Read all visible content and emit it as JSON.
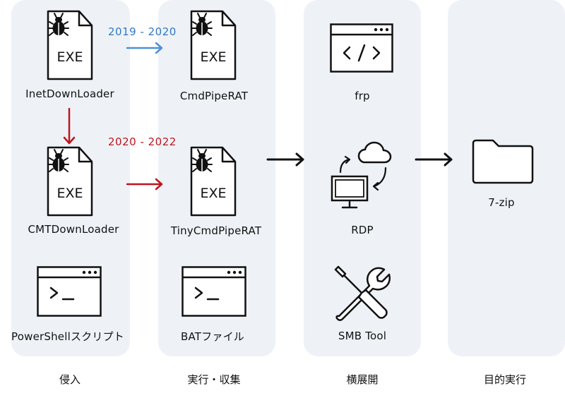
{
  "phases": {
    "intrusion": "侵入",
    "execution": "実行・収集",
    "lateral": "横展開",
    "objective": "目的実行"
  },
  "periods": {
    "first": "2019 - 2020",
    "second": "2020 - 2022"
  },
  "tools": {
    "inet_downloader": {
      "name": "InetDownLoader",
      "badge": "EXE"
    },
    "cmd_pipe_rat": {
      "name": "CmdPipeRAT",
      "badge": "EXE"
    },
    "cmt_downloader": {
      "name": "CMTDownLoader",
      "badge": "EXE"
    },
    "tiny_cmd_pipe_rat": {
      "name": "TinyCmdPipeRAT",
      "badge": "EXE"
    },
    "powershell_script": {
      "name": "PowerShellスクリプト"
    },
    "bat_file": {
      "name": "BATファイル"
    },
    "frp": {
      "name": "frp"
    },
    "rdp": {
      "name": "RDP"
    },
    "smb_tool": {
      "name": "SMB Tool"
    },
    "seven_zip": {
      "name": "7-zip"
    }
  },
  "colors": {
    "column_bg": "#eef2f7",
    "period_2019": "#4f8fd6",
    "period_2020": "#c0141c",
    "arrow_black": "#111111"
  }
}
